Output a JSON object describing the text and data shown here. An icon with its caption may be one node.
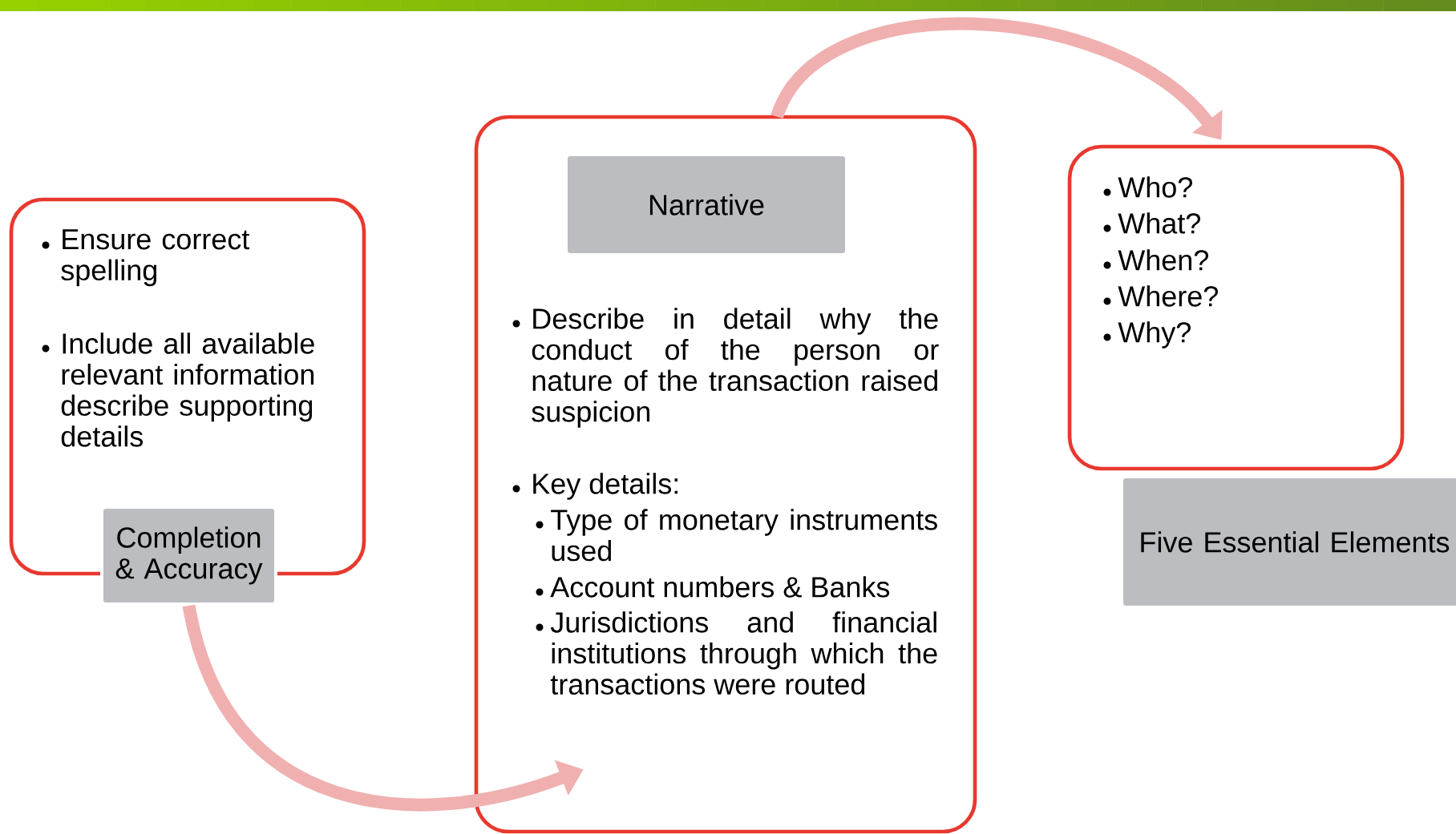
{
  "diagram": {
    "nodes": [
      {
        "text": [
          "Ensure correct spelling",
          "Include all available relevant information describe supporting details"
        ]
      },
      {
        "text": [
          "Completion & Accuracy"
        ]
      },
      {
        "text": [
          "Describe in detail why the conduct of the person or nature of the transaction raised suspicion",
          "Key details:",
          "Type of monetary instruments used",
          "Account numbers & Banks",
          "Jurisdictions and financial institutions through which the transactions were routed"
        ]
      },
      {
        "text": [
          "Narrative"
        ],
        "in": 2
      },
      {
        "text": [
          "Who?",
          "What?",
          "When?",
          "Where?",
          "Why?"
        ]
      },
      {
        "text": [
          "Five Essential Elements"
        ]
      }
    ],
    "edges": [
      {
        "from": 1,
        "to": 2,
        "arrow": "to"
      },
      {
        "from": 2,
        "to": 4,
        "arrow": "to"
      }
    ]
  }
}
